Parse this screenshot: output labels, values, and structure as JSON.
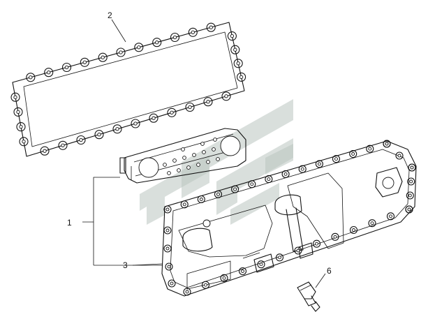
{
  "diagram": {
    "watermark": "logo",
    "callouts": [
      {
        "id": "c2",
        "label": "2"
      },
      {
        "id": "c1",
        "label": "1"
      },
      {
        "id": "c3",
        "label": "3"
      },
      {
        "id": "c6",
        "label": "6"
      }
    ],
    "parts": [
      "gasket",
      "oil-cooler",
      "cooler-housing-cover",
      "plug"
    ],
    "colors": {
      "line": "#111111",
      "watermark": "#b9c4c0",
      "background": "#ffffff"
    }
  }
}
